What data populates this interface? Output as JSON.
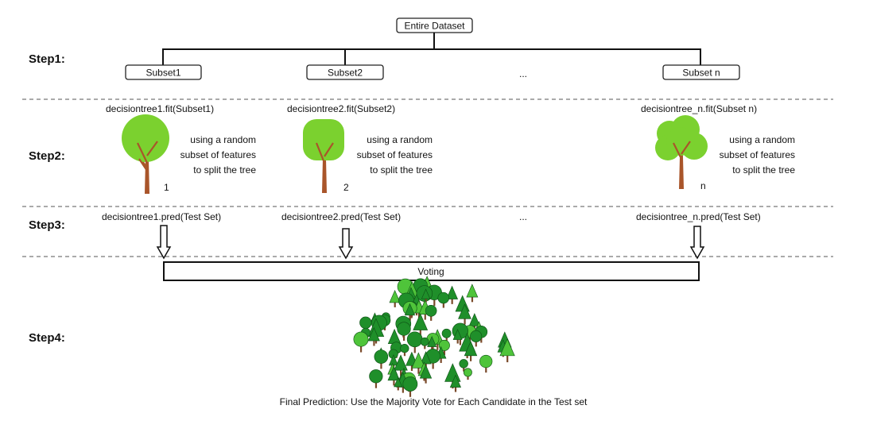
{
  "steps": [
    "Step1:",
    "Step2:",
    "Step3:",
    "Step4:"
  ],
  "root": "Entire Dataset",
  "subsets": [
    "Subset1",
    "Subset2",
    "Subset n"
  ],
  "ellipsis": "...",
  "fit_calls": [
    "decisiontree1.fit(Subset1)",
    "decisiontree2.fit(Subset2)",
    "decisiontree_n.fit(Subset n)"
  ],
  "feature_note": [
    "using a random",
    "subset of features",
    "to split the tree"
  ],
  "tree_indices": [
    "1",
    "2",
    "n"
  ],
  "pred_calls": [
    "decisiontree1.pred(Test Set)",
    "decisiontree2.pred(Test Set)",
    "decisiontree_n.pred(Test Set)"
  ],
  "voting": "Voting",
  "final": "Final Prediction: Use the Majority Vote for Each Candidate in the Test set",
  "colors": {
    "leaf": "#7bd12f",
    "trunk": "#a9552a",
    "forest": "#1f8f2a",
    "forest_light": "#4fc43a",
    "forest_trunk": "#7a4a2a"
  }
}
